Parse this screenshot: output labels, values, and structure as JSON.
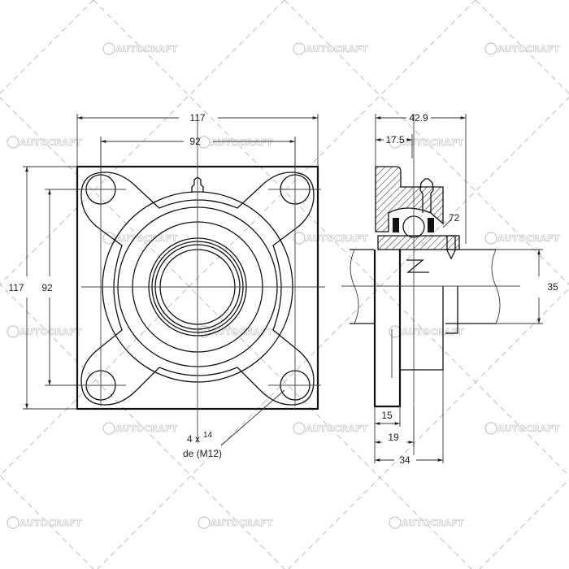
{
  "watermark": {
    "text": "AUTOCRAFT",
    "color": "#c8c8c8"
  },
  "front_view": {
    "overall_width": "117",
    "bolt_spacing_width": "92",
    "overall_height": "117",
    "bolt_spacing_height": "92",
    "bolt_holes_count": "4 x",
    "bolt_hole_diameter": "14",
    "bolt_spec": "de (M12)"
  },
  "side_view": {
    "total_length": "42.9",
    "housing_offset": "17.5",
    "bearing_od": "72",
    "shaft_diameter": "35",
    "flange_thickness": "15",
    "flange_to_center": "19",
    "overall_depth": "34"
  },
  "colors": {
    "line": "#111111",
    "background": "#ffffff",
    "diagonal_grid": "#bdbdbd"
  }
}
